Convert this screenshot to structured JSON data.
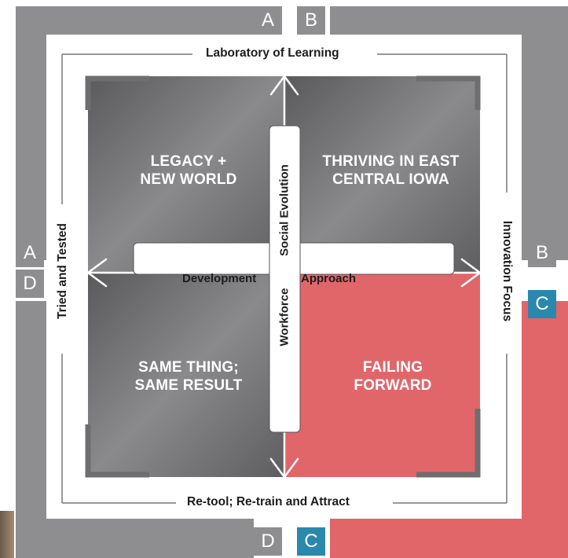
{
  "labels": {
    "top": "Laboratory of Learning",
    "bottom": "Re-tool; Re-train and Attract",
    "left": "Tried and Tested",
    "right": "Innovation Focus"
  },
  "tabs": {
    "top_a": "A",
    "top_b": "B",
    "left_a": "A",
    "left_d": "D",
    "right_b": "B",
    "right_c": "C",
    "bottom_d": "D",
    "bottom_c": "C"
  },
  "quadrants": {
    "top_left": [
      "LEGACY +",
      "NEW WORLD"
    ],
    "top_right": [
      "THRIVING IN EAST",
      "CENTRAL IOWA"
    ],
    "bottom_left": [
      "SAME THING;",
      "SAME RESULT"
    ],
    "bottom_right": [
      "FAILING",
      "FORWARD"
    ]
  },
  "axes": {
    "horizontal_left": "Development",
    "horizontal_right": "Approach",
    "vertical_top": "Social Evolution",
    "vertical_bottom": "Workforce"
  },
  "colors": {
    "grey": "#8e8e90",
    "dark_grey": "#5c5c5e",
    "red": "#e0666a",
    "teal": "#2a88ad"
  }
}
